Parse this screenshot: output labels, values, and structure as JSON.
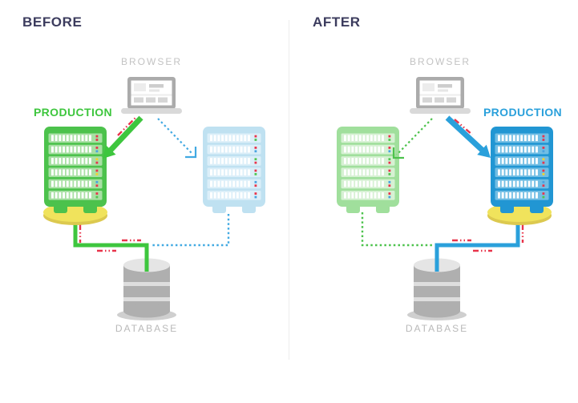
{
  "panels": [
    {
      "title": "BEFORE",
      "browser_label": "BROWSER",
      "production_label": "PRODUCTION",
      "database_label": "DATABASE",
      "production_side": "left",
      "production_server_color_name": "green",
      "standby_server_color_name": "light-blue"
    },
    {
      "title": "AFTER",
      "browser_label": "BROWSER",
      "production_label": "PRODUCTION",
      "database_label": "DATABASE",
      "production_side": "right",
      "production_server_color_name": "blue",
      "standby_server_color_name": "pale-green"
    }
  ],
  "colors": {
    "title_text": "#3c3c5e",
    "browser_label_text": "#c3c3c3",
    "database_label_text": "#b9b9b9",
    "green": "#3ec63e",
    "blue": "#2aa0db",
    "dotted_blue": "#41a9e2",
    "dotted_green": "#4cc24c",
    "red_dash": "#e8344b",
    "green_server_body": "#4cc24c",
    "green_server_unit": "#a8e0a4",
    "pale_green_server_body": "#a0df9c",
    "pale_green_server_unit": "#d6f1d3",
    "blue_server_body": "#2196d3",
    "blue_server_unit": "#72bee4",
    "light_blue_server_body": "#bfe1f1",
    "light_blue_server_unit": "#dceff9",
    "platform_yellow": "#f0e35c",
    "platform_yellow_shadow": "#dcc94f",
    "database_gray": "#afafaf",
    "database_band": "#dedede",
    "database_top": "#e5e5e5",
    "database_shadow": "#cfcfcf",
    "laptop_frame": "#ababab",
    "laptop_base": "#d9d9d9",
    "divider": "#ededed",
    "led_red": "#e8344b",
    "led_yellow": "#f2d12e",
    "led_blue": "#4aa3e0",
    "led_green": "#51c551"
  }
}
